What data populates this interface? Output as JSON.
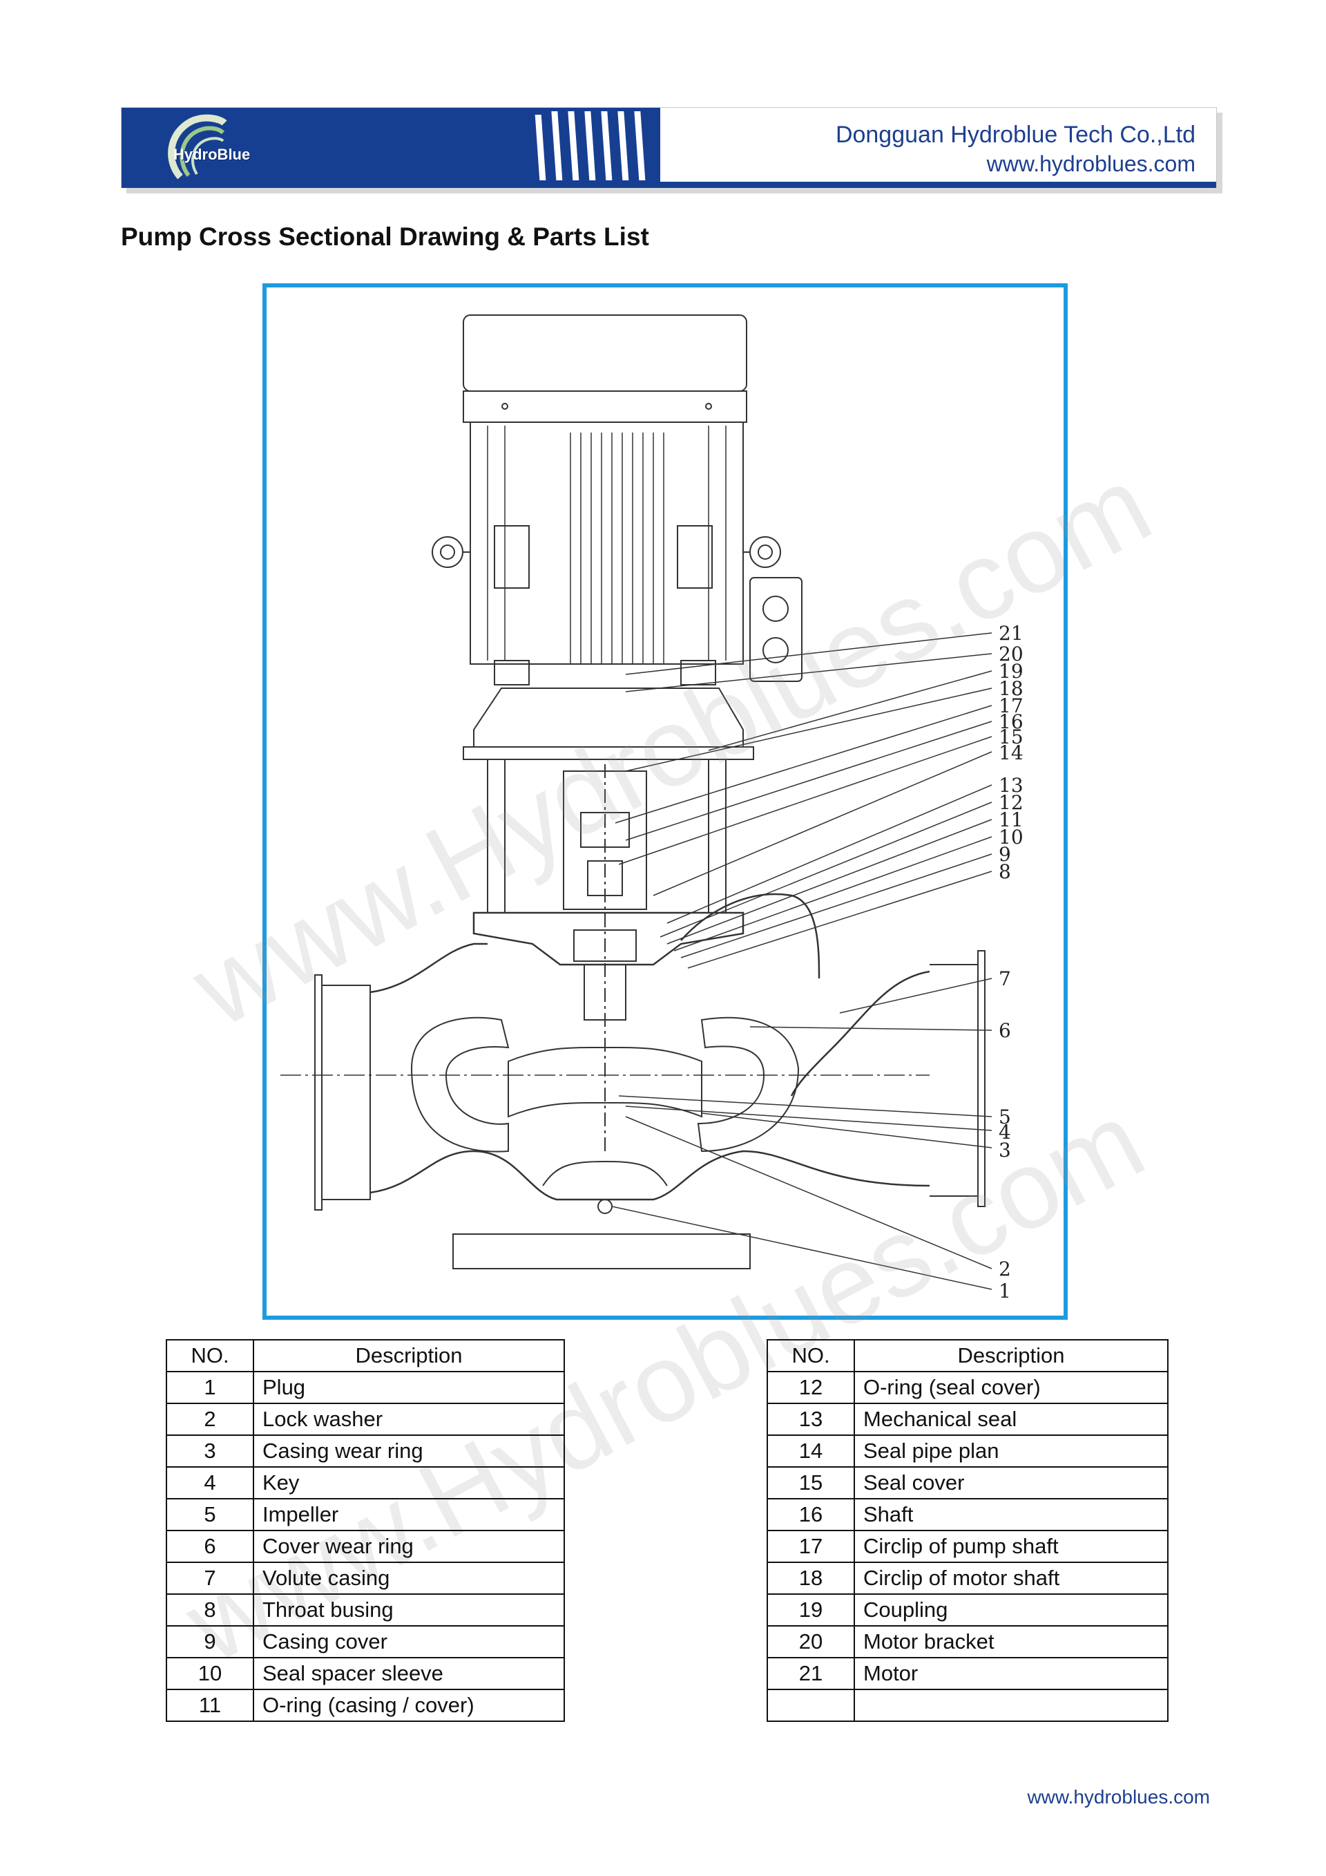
{
  "header": {
    "logo_text": "HydroBlue",
    "company_name": "Dongguan Hydroblue Tech Co.,Ltd",
    "website": "www.hydroblues.com"
  },
  "page_title": "Pump Cross Sectional Drawing & Parts List",
  "drawing": {
    "callouts": [
      "21",
      "20",
      "19",
      "18",
      "17",
      "16",
      "15",
      "14",
      "13",
      "12",
      "11",
      "10",
      "9",
      "8",
      "7",
      "6",
      "5",
      "4",
      "3",
      "2",
      "1"
    ]
  },
  "watermark": "www.Hydroblues.com",
  "tables": {
    "headers": {
      "no": "NO.",
      "description": "Description"
    },
    "left": [
      {
        "no": "1",
        "desc": "Plug"
      },
      {
        "no": "2",
        "desc": "Lock washer"
      },
      {
        "no": "3",
        "desc": "Casing wear ring"
      },
      {
        "no": "4",
        "desc": "Key"
      },
      {
        "no": "5",
        "desc": "Impeller"
      },
      {
        "no": "6",
        "desc": "Cover wear ring"
      },
      {
        "no": "7",
        "desc": "Volute casing"
      },
      {
        "no": "8",
        "desc": "Throat busing"
      },
      {
        "no": "9",
        "desc": "Casing cover"
      },
      {
        "no": "10",
        "desc": "Seal spacer sleeve"
      },
      {
        "no": "11",
        "desc": "O-ring (casing / cover)"
      }
    ],
    "right": [
      {
        "no": "12",
        "desc": "O-ring (seal cover)"
      },
      {
        "no": "13",
        "desc": "Mechanical seal"
      },
      {
        "no": "14",
        "desc": "Seal pipe plan"
      },
      {
        "no": "15",
        "desc": "Seal cover"
      },
      {
        "no": "16",
        "desc": "Shaft"
      },
      {
        "no": "17",
        "desc": "Circlip of pump shaft"
      },
      {
        "no": "18",
        "desc": "Circlip of motor shaft"
      },
      {
        "no": "19",
        "desc": "Coupling"
      },
      {
        "no": "20",
        "desc": "Motor bracket"
      },
      {
        "no": "21",
        "desc": "Motor"
      },
      {
        "no": "",
        "desc": ""
      }
    ]
  },
  "footer": {
    "website": "www.hydroblues.com"
  }
}
